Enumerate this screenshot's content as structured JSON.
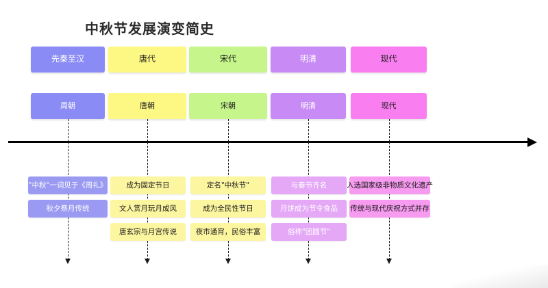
{
  "page": {
    "title": "中秋节发展演变简史",
    "background_color": "#ffffff",
    "axis_color": "#000000",
    "connector_color": "#1a1a1a"
  },
  "timeline": {
    "axis_label": "",
    "columns": [
      {
        "id": "pre-qin-han",
        "era_label": "先秦至汉",
        "dynasty_label": "周朝",
        "fill_color": "#8b8bf5",
        "text_color": "#ffffff",
        "items": [
          "\"中秋\"一词见于《周礼》",
          "秋夕祭月传统"
        ]
      },
      {
        "id": "tang",
        "era_label": "唐代",
        "dynasty_label": "唐朝",
        "fill_color": "#fdf884",
        "text_color": "#1a1a1a",
        "items": [
          "成为固定节日",
          "文人赏月玩月成风",
          "唐玄宗与月宫传说"
        ]
      },
      {
        "id": "song",
        "era_label": "宋代",
        "dynasty_label": "宋朝",
        "fill_color": "#c6f58b",
        "text_color": "#1a1a1a",
        "items": [
          "定名\"中秋节\"",
          "成为全民性节日",
          "夜市通宵，民俗丰富"
        ]
      },
      {
        "id": "ming-qing",
        "era_label": "明清",
        "dynasty_label": "明清",
        "fill_color": "#c88bf5",
        "text_color": "#ffffff",
        "items": [
          "与春节齐名",
          "月饼成为节令食品",
          "俗称\"团圆节\""
        ]
      },
      {
        "id": "modern",
        "era_label": "现代",
        "dynasty_label": "现代",
        "fill_color": "#f97ef0",
        "text_color": "#1a1a1a",
        "items": [
          "入选国家级非物质文化遗产",
          "传统与现代庆祝方式并存"
        ]
      }
    ]
  },
  "item_fills": {
    "pre-qin-han": "#9a9af2",
    "tang": "#fdf6a0",
    "song": "#fdf6a0",
    "ming-qing": "#e4a8f7",
    "modern": "#f79bf0"
  },
  "item_text_colors": {
    "pre-qin-han": "#ffffff",
    "tang": "#1a1a1a",
    "song": "#1a1a1a",
    "ming-qing": "#ffffff",
    "modern": "#1a1a1a"
  }
}
